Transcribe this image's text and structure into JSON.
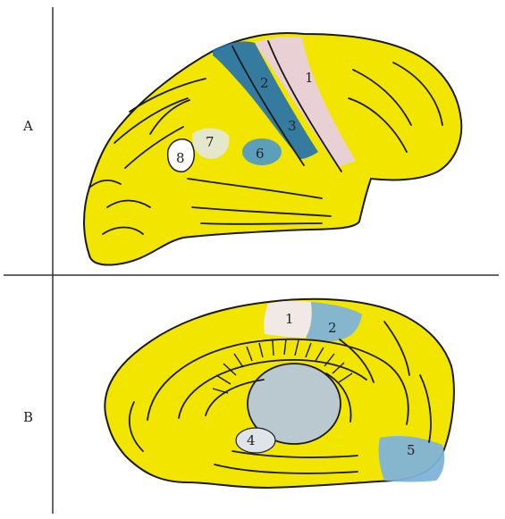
{
  "panels": [
    {
      "label": "A"
    },
    {
      "label": "B"
    }
  ],
  "regions_lateral": [
    {
      "number": "1",
      "color": "#e7cfe0"
    },
    {
      "number": "2",
      "color": "#1f6fb0"
    },
    {
      "number": "3",
      "color": "#1f80c2"
    },
    {
      "number": "6",
      "color": "#4a97cf"
    },
    {
      "number": "7",
      "color": "#e3e7d6"
    },
    {
      "number": "8",
      "color": "#ffffff"
    }
  ],
  "regions_medial": [
    {
      "number": "1",
      "color": "#f0e8ec"
    },
    {
      "number": "2",
      "color": "#7fb3d8"
    },
    {
      "number": "4",
      "color": "#dfe4ea"
    },
    {
      "number": "5",
      "color": "#7fb3d8"
    }
  ],
  "colors": {
    "brain_fill": "#f2e600",
    "outline": "#1a1a1a",
    "thalamus": "#b9c9cf"
  }
}
